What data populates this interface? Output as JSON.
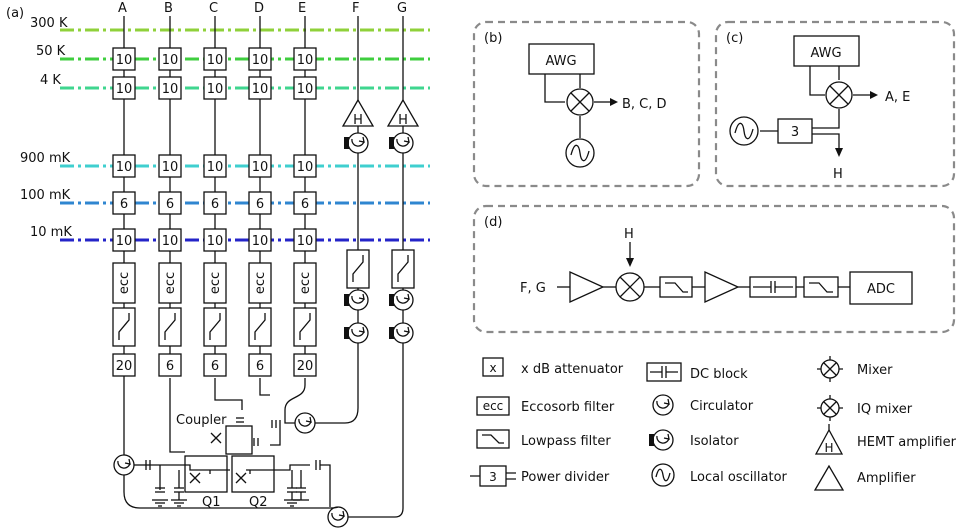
{
  "panels": {
    "a": "(a)",
    "b": "(b)",
    "c": "(c)",
    "d": "(d)"
  },
  "lines": [
    "A",
    "B",
    "C",
    "D",
    "E",
    "F",
    "G"
  ],
  "stages": [
    {
      "label": "300 K",
      "color": "#8fd13a"
    },
    {
      "label": "50 K",
      "color": "#3fce3f"
    },
    {
      "label": "4 K",
      "color": "#3fd68f"
    },
    {
      "label": "900 mK",
      "color": "#3fcfcf"
    },
    {
      "label": "100 mK",
      "color": "#2f86d0"
    },
    {
      "label": "10 mK",
      "color": "#2424c8"
    }
  ],
  "attenuation": {
    "50K": [
      "10",
      "10",
      "10",
      "10",
      "10"
    ],
    "4K": [
      "10",
      "10",
      "10",
      "10",
      "10"
    ],
    "900mK": [
      "10",
      "10",
      "10",
      "10",
      "10"
    ],
    "100mK": [
      "6",
      "6",
      "6",
      "6",
      "6"
    ],
    "10mK": [
      "10",
      "10",
      "10",
      "10",
      "10"
    ],
    "bottom": [
      "20",
      "6",
      "6",
      "6",
      "20"
    ]
  },
  "ecc": "ecc",
  "hemt": "H",
  "chip": {
    "coupler": "Coupler",
    "q1": "Q1",
    "q2": "Q2"
  },
  "panel_b": {
    "awg": "AWG",
    "out": "B, C, D"
  },
  "panel_c": {
    "awg": "AWG",
    "divider": "3",
    "out": "A, E",
    "tap": "H"
  },
  "panel_d": {
    "input": "F, G",
    "lo": "H",
    "adc": "ADC"
  },
  "legend": {
    "attenuator_symbol": "x",
    "attenuator": "x dB attenuator",
    "ecc": "Eccosorb filter",
    "lowpass": "Lowpass filter",
    "divider_symbol": "3",
    "divider": "Power divider",
    "dcblock": "DC block",
    "circulator": "Circulator",
    "isolator": "Isolator",
    "lo": "Local oscillator",
    "mixer": "Mixer",
    "iqmixer": "IQ mixer",
    "hemt_symbol": "H",
    "hemt": "HEMT amplifier",
    "amplifier": "Amplifier"
  }
}
